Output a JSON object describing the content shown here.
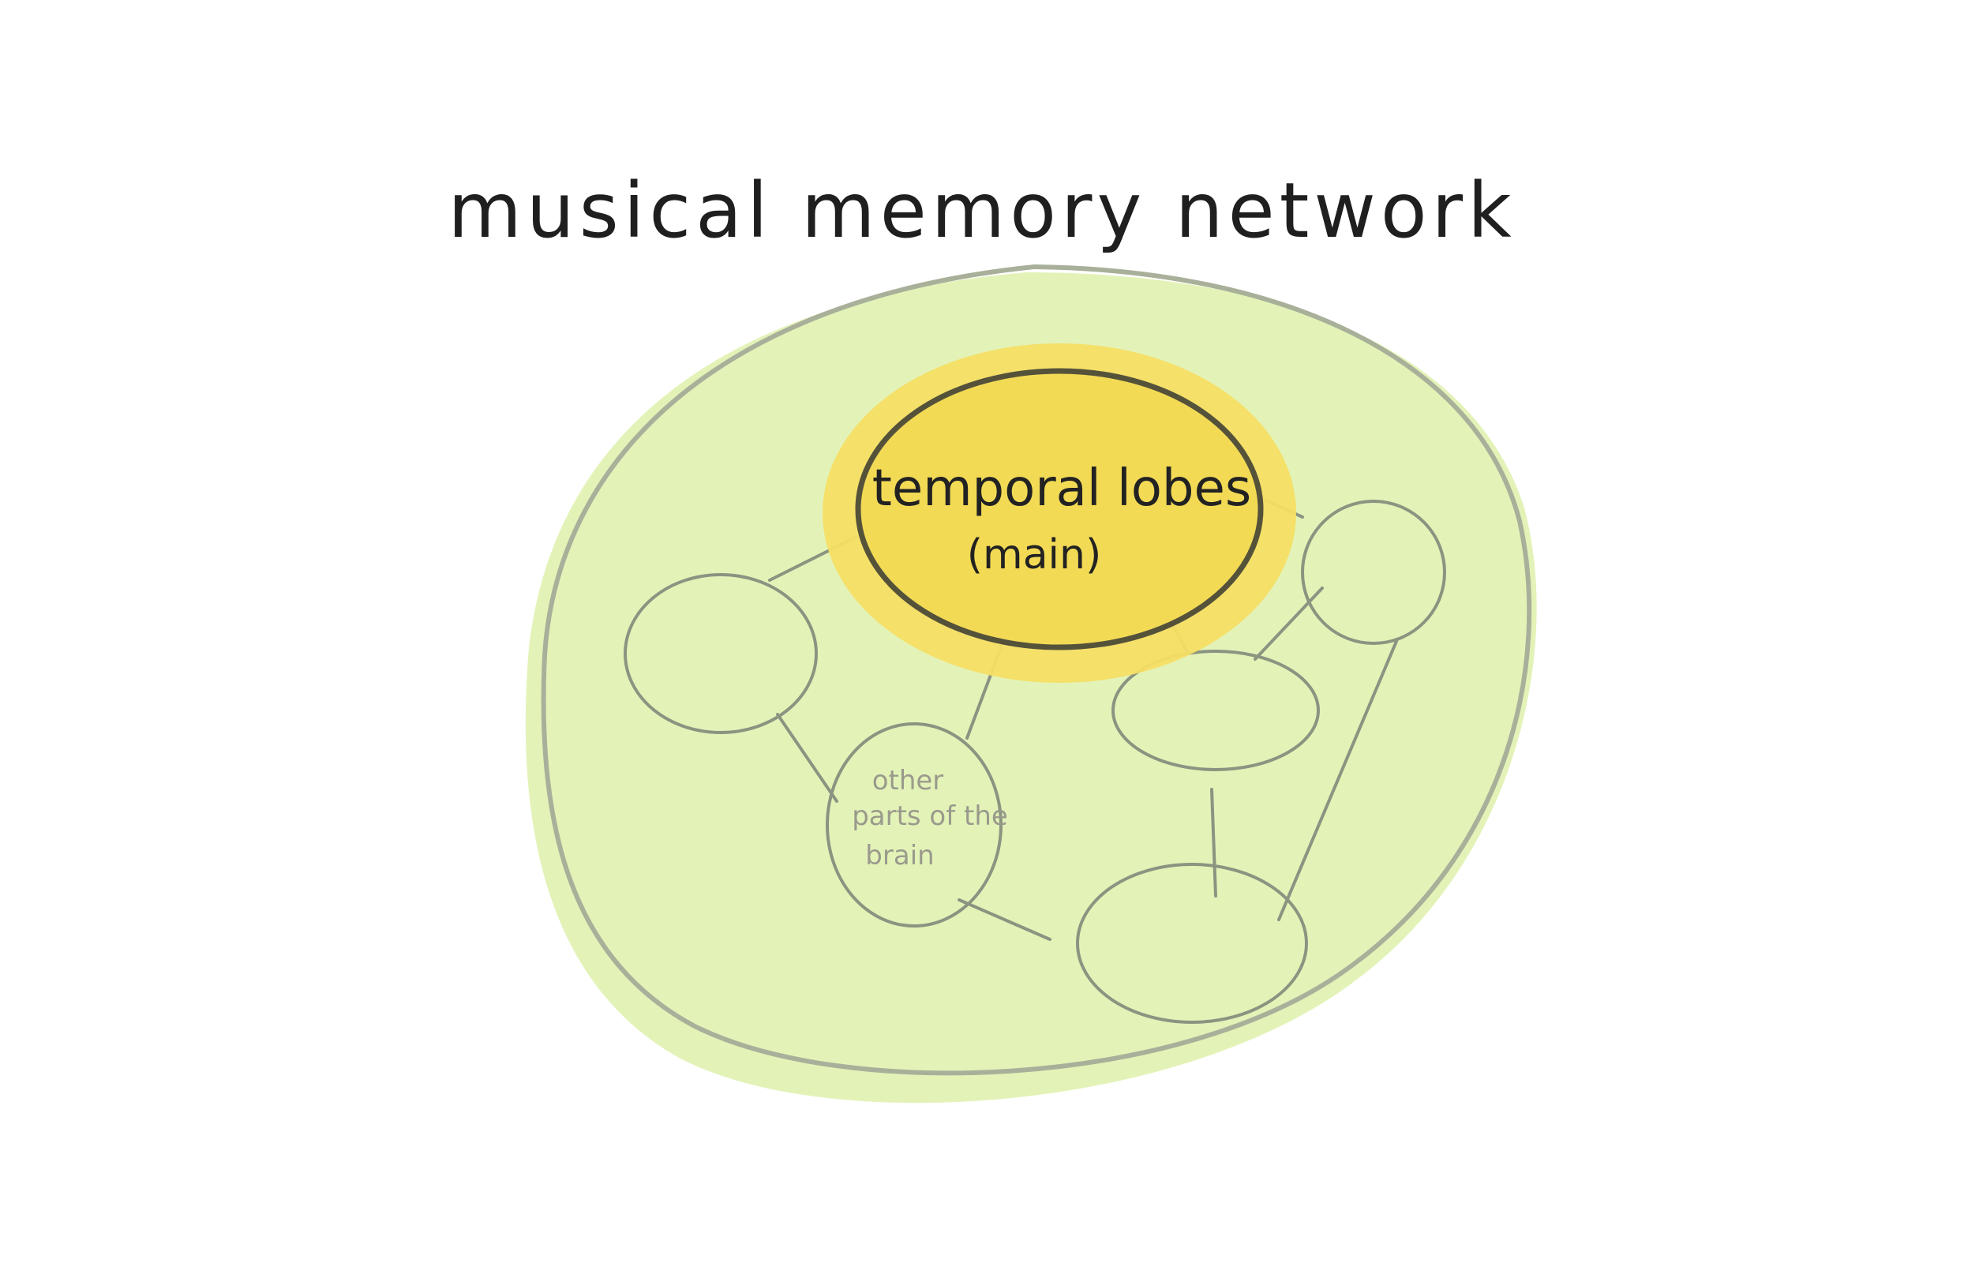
{
  "diagram": {
    "title": "musical memory network",
    "main_node": {
      "label": "temporal lobes",
      "sublabel": "(main)"
    },
    "secondary_node_label": {
      "line1": "other",
      "line2": "parts of the",
      "line3": "brain"
    },
    "colors": {
      "network_fill": "#e3f3b8",
      "network_outline": "#a9b09a",
      "main_glow": "#f5de64",
      "main_fill": "#f2da55",
      "main_outline": "#55523a",
      "node_outline": "#8a9480",
      "ink": "#1f1f1f"
    }
  }
}
